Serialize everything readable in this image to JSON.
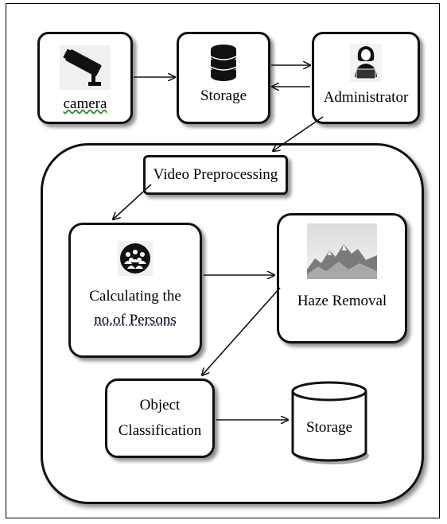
{
  "nodes": {
    "camera": "camera",
    "storage_top": "Storage",
    "administrator": "Administrator",
    "video_preprocessing": "Video Preprocessing",
    "calculating_line1": "Calculating the",
    "calculating_line2": "no.of Persons",
    "haze_removal": "Haze Removal",
    "object_line1": "Object",
    "object_line2": "Classification",
    "storage_bottom": "Storage"
  },
  "icons": {
    "camera": "cctv-camera-icon",
    "storage": "database-icon",
    "administrator": "admin-person-icon",
    "persons": "group-of-people-icon",
    "haze": "mountain-photo-icon"
  }
}
